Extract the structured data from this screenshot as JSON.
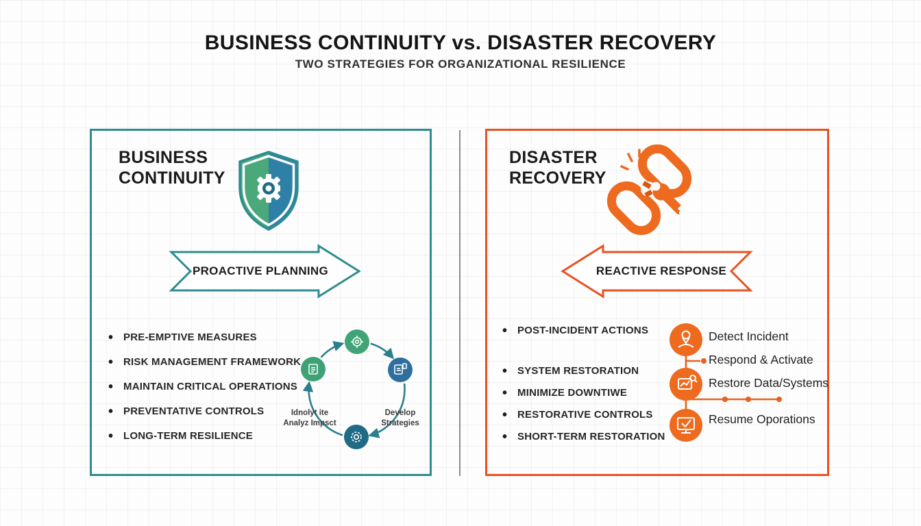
{
  "header": {
    "title": "BUSINESS CONTINUITY vs. DISASTER RECOVERY",
    "subtitle": "TWO STRATEGIES FOR ORGANIZATIONAL RESILIENCE"
  },
  "left_panel": {
    "title": "BUSINESS CONTINUITY",
    "accent_color": "#2E8C8F",
    "shield_green": "#4BA87B",
    "shield_blue": "#2F80A6",
    "banner_label": "PROACTIVE PLANNING",
    "bullets": [
      "PRE-EMPTIVE MEASURES",
      "RISK MANAGEMENT FRAMEWORK",
      "MAINTAIN CRITICAL OPERATIONS",
      "PREVENTATIVE CONTROLS",
      "LONG-TERM RESILIENCE"
    ],
    "cycle": {
      "left_label_line1": "Idnolyt ite",
      "left_label_line2": "Analyz Impsct",
      "right_label_line1": "Develop",
      "right_label_line2": "Strategies",
      "node_green": "#41A477",
      "node_blue": "#2E6F9E",
      "node_dark_teal": "#1F6B85",
      "arrow_color": "#2B7E8C"
    }
  },
  "right_panel": {
    "title": "DISASTER RECOVERY",
    "accent_color": "#E8511F",
    "icon_orange": "#ED6A1E",
    "banner_label": "REACTIVE RESPONSE",
    "bullets": [
      "POST-INCIDENT ACTIONS",
      "SYSTEM RESTORATION",
      "MINIMIZE DOWNTIWE",
      "RESTORATIVE CONTROLS",
      "SHORT-TERM RESTORATION"
    ],
    "steps": [
      "Detect Incident",
      "Respond & Activate",
      "Restore Data/Systems",
      "Resume Oporations"
    ]
  }
}
